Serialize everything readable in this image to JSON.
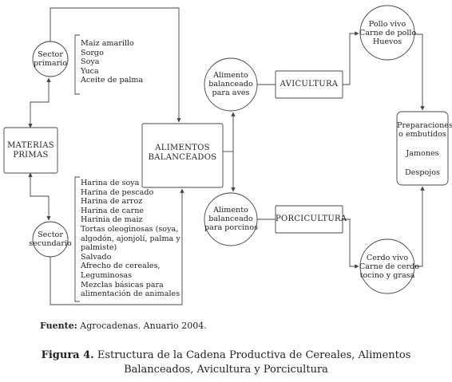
{
  "nodes": {
    "materias_primas": [
      "MATERIAS",
      "PRIMAS"
    ],
    "sector_primario": [
      "Sector",
      "primario"
    ],
    "sector_secundario": [
      "Sector",
      "secundario"
    ],
    "alimentos_balanceados": [
      "ALIMENTOS",
      "BALANCEADOS"
    ],
    "alimento_aves": [
      "Alimento",
      "balanceado",
      "para aves"
    ],
    "alimento_porcinos": [
      "Alimento",
      "balanceado",
      "para porcinos"
    ],
    "avicultura": "AVICULTURA",
    "porcicultura": "PORCICULTURA",
    "pollo_vivo": [
      "Pollo vivo",
      "Carne de pollo",
      "Huevos"
    ],
    "cerdo_vivo": [
      "Cerdo vivo",
      "Carne de cerdo",
      "tocino y grasa"
    ],
    "preparaciones": [
      "Preparaciones",
      "o embutidos",
      "Jamones",
      "Despojos"
    ]
  },
  "primario_items": [
    "Maiz amarillo",
    "Sorgo",
    "Soya",
    "Yuca",
    "Aceite de palma"
  ],
  "secundario_items": [
    "Harina de soya",
    "Harina de pescado",
    "Harina de arroz",
    "Harina de carne",
    "Harinia de maiz",
    "Tortas oleoginosas (soya,",
    "algodón, ajonjolí, palma y",
    "palmiste)",
    "Salvado",
    "Afrecho de cereales,",
    "Leguminosas",
    "Mezclas básicas para",
    "alimentación de animales"
  ],
  "source": {
    "label": "Fuente:",
    "text": " Agrocadenas. Anuario 2004."
  },
  "caption": {
    "label": "Figura 4.",
    "line1": " Estructura de la Cadena Productiva de Cereales, Alimentos",
    "line2": "Balanceados, Avicultura y Porcicultura"
  },
  "colors": {
    "line": "#444444",
    "text": "#222222"
  }
}
